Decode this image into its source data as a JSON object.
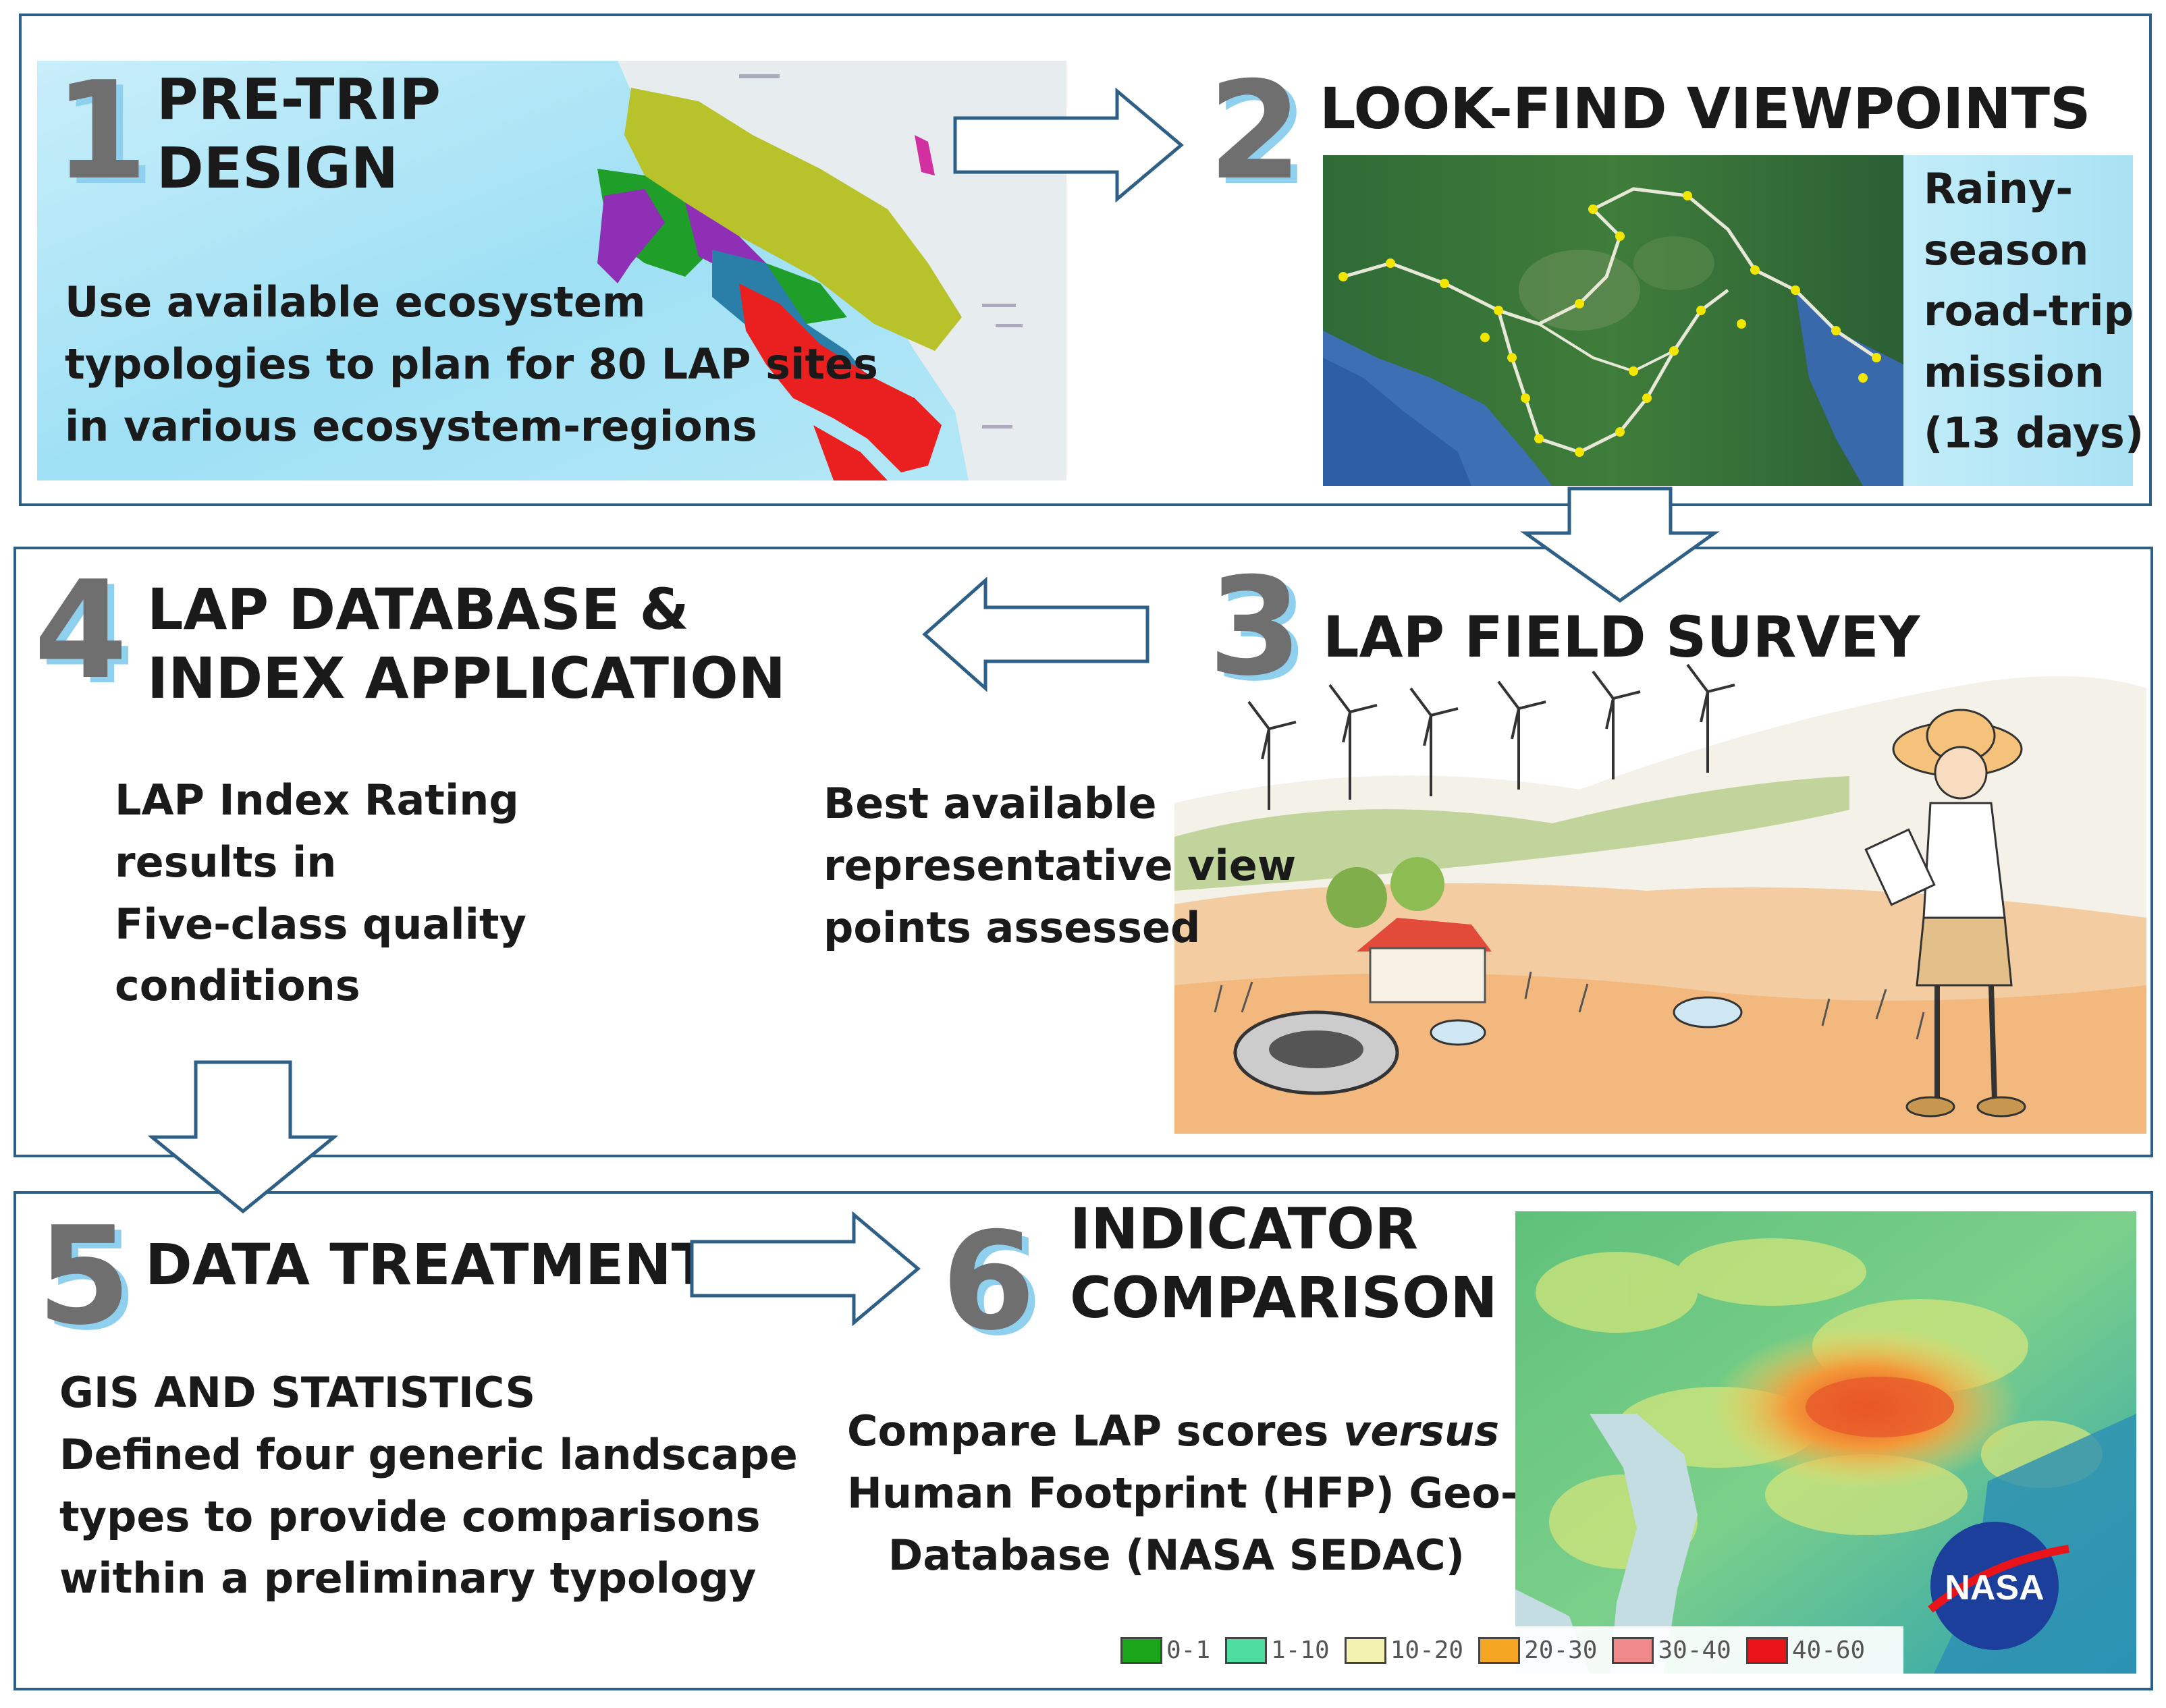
{
  "steps": [
    {
      "number": "1",
      "title": [
        "PRE-TRIP",
        "DESIGN"
      ],
      "text": [
        "Use available  ecosystem",
        "typologies to plan for 80 LAP sites",
        "in various ecosystem-regions"
      ]
    },
    {
      "number": "2",
      "title": [
        "LOOK-FIND VIEWPOINTS"
      ],
      "text": [
        "Rainy-",
        "season",
        "road-trip",
        "mission",
        "(13 days)"
      ]
    },
    {
      "number": "3",
      "title": [
        "LAP FIELD SURVEY"
      ],
      "text": [
        "Best available",
        "representative view",
        "points assessed"
      ]
    },
    {
      "number": "4",
      "title": [
        "LAP DATABASE &",
        "INDEX APPLICATION"
      ],
      "text": [
        "LAP Index Rating",
        "results in",
        "Five-class quality",
        "conditions"
      ]
    },
    {
      "number": "5",
      "title": [
        "DATA TREATMENT"
      ],
      "text": [
        "GIS AND STATISTICS",
        "Defined four generic landscape",
        "types to provide comparisons",
        "within a preliminary typology"
      ]
    },
    {
      "number": "6",
      "title": [
        "INDICATOR",
        "COMPARISON"
      ],
      "text_line1_normal": "Compare LAP scores ",
      "text_line1_italic": "versus",
      "text": [
        "Human Footprint (HFP) Geo-",
        "Database (NASA SEDAC)"
      ]
    }
  ],
  "nasa_logo_text": "NASA",
  "legend": [
    {
      "label": "0-1",
      "color": "#1aa51a"
    },
    {
      "label": "1-10",
      "color": "#4fdca0"
    },
    {
      "label": "10-20",
      "color": "#f4f2b0"
    },
    {
      "label": "20-30",
      "color": "#f5a623"
    },
    {
      "label": "30-40",
      "color": "#f08a8a"
    },
    {
      "label": "40-60",
      "color": "#e8141a"
    }
  ],
  "colors": {
    "border": "#2e5f86",
    "number": "#6f6f6f",
    "number_shadow": "#8fd0ee"
  }
}
